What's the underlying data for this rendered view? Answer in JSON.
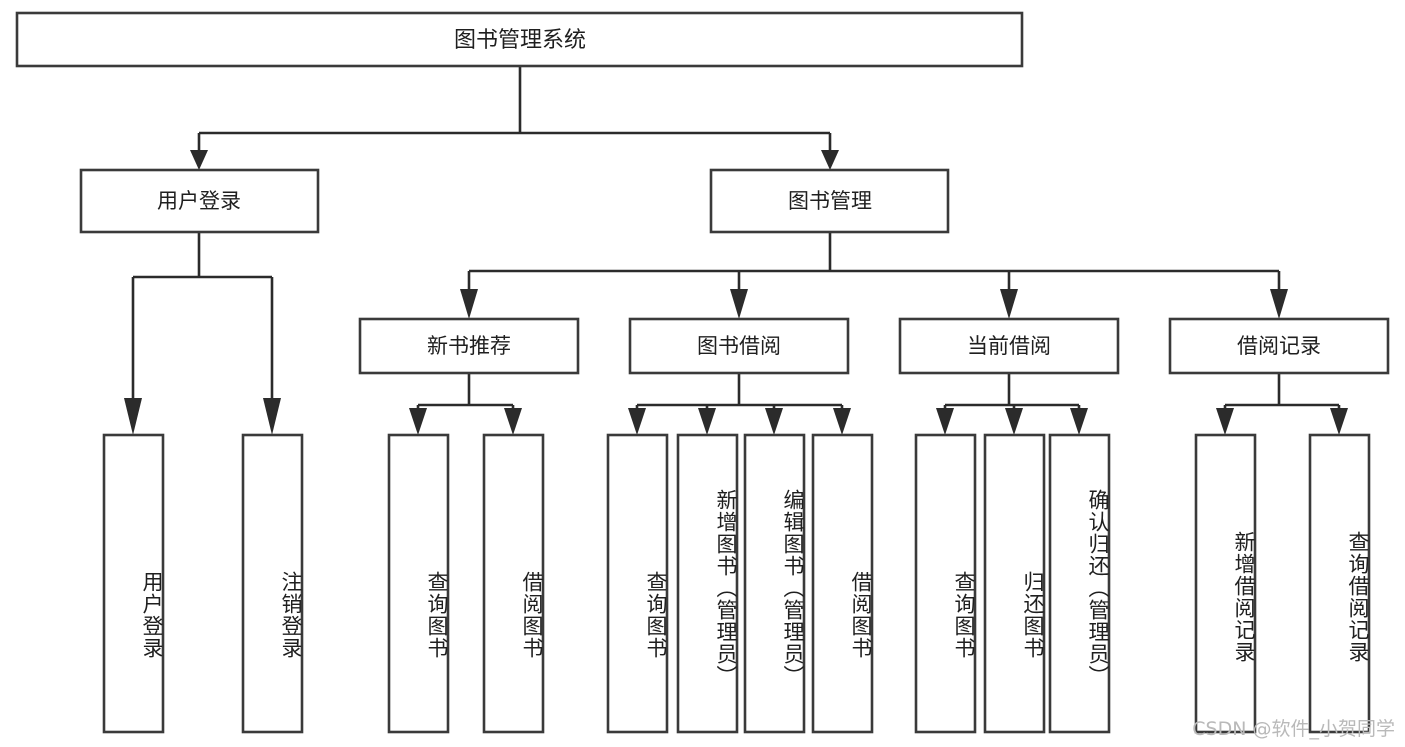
{
  "diagram": {
    "title": "图书管理系统",
    "type": "tree",
    "orientation": "top-down",
    "colors": {
      "box_stroke": "#3a3a3a",
      "box_fill": "#ffffff",
      "connector": "#2b2b2b",
      "label_text": "#1f1f1f",
      "watermark_text": "#b9b9b9",
      "canvas_background": "#ffffff"
    },
    "root": {
      "label": "图书管理系统"
    },
    "level2": [
      {
        "label": "用户登录"
      },
      {
        "label": "图书管理"
      }
    ],
    "level3": [
      {
        "label": "新书推荐"
      },
      {
        "label": "图书借阅"
      },
      {
        "label": "当前借阅"
      },
      {
        "label": "借阅记录"
      }
    ],
    "leaves": {
      "user_login": [
        {
          "label": "用户登录"
        },
        {
          "label": "注销登录"
        }
      ],
      "new_book_recommend": [
        {
          "label": "查询图书"
        },
        {
          "label": "借阅图书"
        }
      ],
      "book_borrow": [
        {
          "label": "查询图书"
        },
        {
          "label": "新增图书（管理员）"
        },
        {
          "label": "编辑图书（管理员）"
        },
        {
          "label": "借阅图书"
        }
      ],
      "current_borrow": [
        {
          "label": "查询图书"
        },
        {
          "label": "归还图书"
        },
        {
          "label": "确认归还（管理员）"
        }
      ],
      "borrow_record": [
        {
          "label": "新增借阅记录"
        },
        {
          "label": "查询借阅记录"
        }
      ]
    }
  },
  "watermark": {
    "text": "CSDN @软件_小贺同学"
  }
}
